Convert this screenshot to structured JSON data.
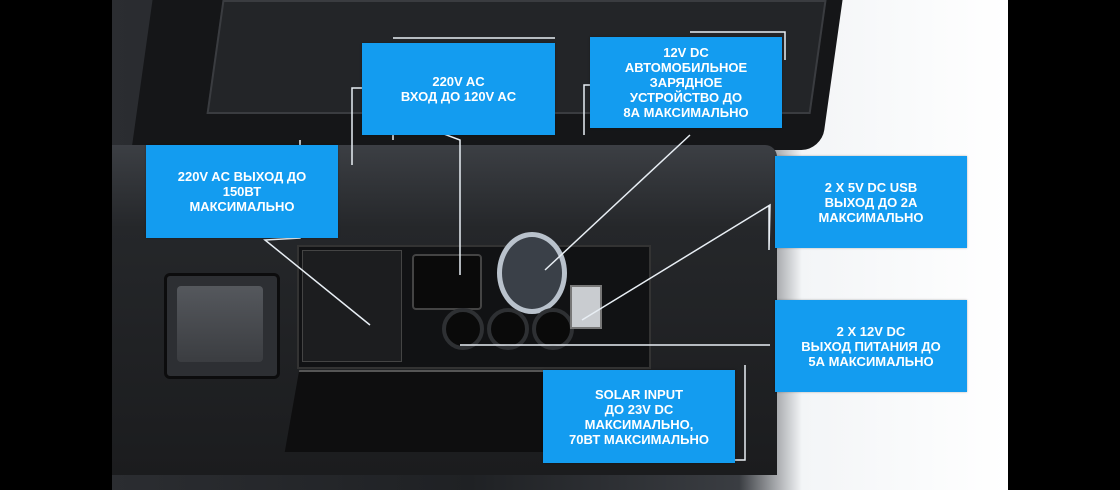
{
  "labels": {
    "ac_input": "220V AC\nВХОД ДО 120V AC",
    "car_charger": "12V DC\nАВТОМОБИЛЬНОЕ\nЗАРЯДНОЕ\nУСТРОЙСТВО ДО\n8А МАКСИМАЛЬНО",
    "ac_output": "220V AC ВЫХОД ДО\n150ВТ\nМАКСИМАЛЬНО",
    "usb_output": "2 X 5V DC USB\nВЫХОД ДО 2А\nМАКСИМАЛЬНО",
    "dc_output": "2 X 12V DC\nВЫХОД ПИТАНИЯ ДО\n5А МАКСИМАЛЬНО",
    "solar_input": "SOLAR INPUT\nДО 23V DC\nМАКСИМАЛЬНО,\n70ВТ МАКСИМАЛЬНО"
  },
  "colors": {
    "label_bg": "#139cf0",
    "label_text": "#ffffff"
  }
}
